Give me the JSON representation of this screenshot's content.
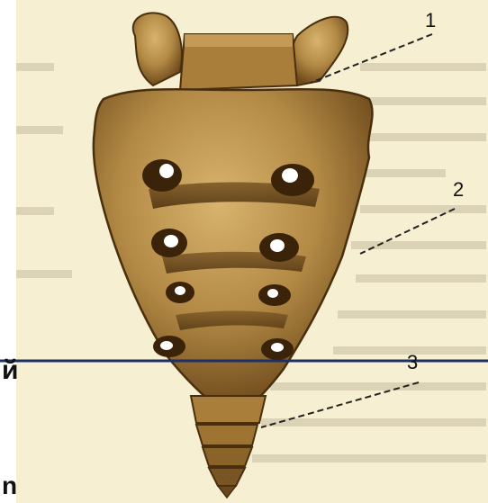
{
  "labels": {
    "one": "1",
    "two": "2",
    "three": "3"
  },
  "edge_text": {
    "left_mid": "й",
    "left_bottom": "n"
  },
  "colors": {
    "page": "#f6efd2",
    "bone_light": "#c9a35f",
    "bone_mid": "#9e7433",
    "bone_dark": "#5a3a12",
    "foramen": "#ffffff",
    "rule_line": "#1c2f66",
    "leader": "#222222"
  }
}
